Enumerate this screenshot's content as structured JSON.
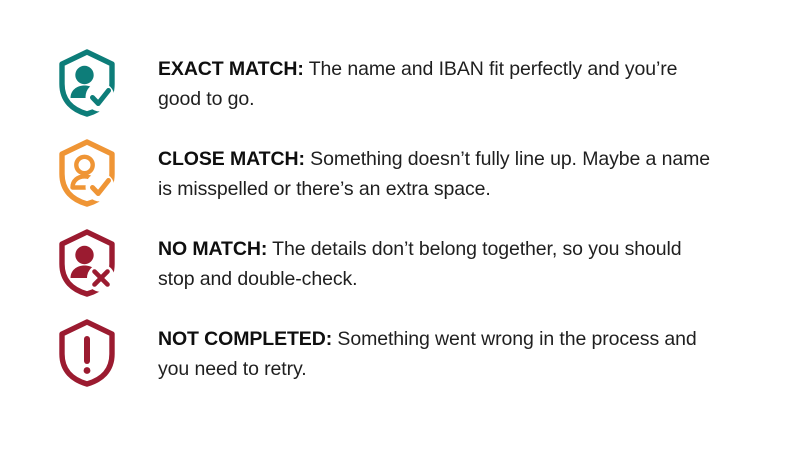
{
  "page": {
    "background_color": "#ffffff",
    "text_color": "#1b1b1b"
  },
  "colors": {
    "exact_match": "#0d7d79",
    "close_match": "#ef9535",
    "no_match": "#9b1b30",
    "not_completed": "#9b1b30"
  },
  "statuses": [
    {
      "icon": "shield-person-check-icon",
      "color": "#0d7d79",
      "label": "EXACT MATCH:",
      "description": " The name and IBAN fit perfectly and you’re good to go."
    },
    {
      "icon": "shield-person-outline-check-icon",
      "color": "#ef9535",
      "label": "CLOSE MATCH:",
      "description": " Something doesn’t fully line up. Maybe a name is misspelled or there’s an extra space."
    },
    {
      "icon": "shield-person-cross-icon",
      "color": "#9b1b30",
      "label": "NO MATCH:",
      "description": " The details don’t belong together, so you should stop and double-check."
    },
    {
      "icon": "shield-exclamation-icon",
      "color": "#9b1b30",
      "label": "NOT COMPLETED:",
      "description": " Something went wrong in the process and you need to retry."
    }
  ]
}
